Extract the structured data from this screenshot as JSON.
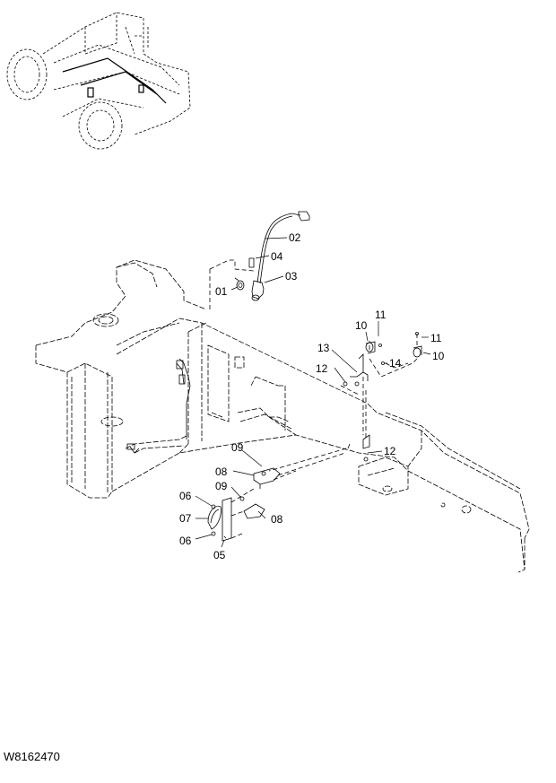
{
  "drawing_id": "W8162470",
  "callouts": [
    {
      "id": "c02",
      "label": "02"
    },
    {
      "id": "c04",
      "label": "04"
    },
    {
      "id": "c03",
      "label": "03"
    },
    {
      "id": "c01",
      "label": "01"
    },
    {
      "id": "c11a",
      "label": "11"
    },
    {
      "id": "c10a",
      "label": "10"
    },
    {
      "id": "c11b",
      "label": "11"
    },
    {
      "id": "c13",
      "label": "13"
    },
    {
      "id": "c14",
      "label": "14"
    },
    {
      "id": "c10b",
      "label": "10"
    },
    {
      "id": "c12a",
      "label": "12"
    },
    {
      "id": "c12b",
      "label": "12"
    },
    {
      "id": "c09a",
      "label": "09"
    },
    {
      "id": "c08a",
      "label": "08"
    },
    {
      "id": "c09b",
      "label": "09"
    },
    {
      "id": "c06a",
      "label": "06"
    },
    {
      "id": "c07",
      "label": "07"
    },
    {
      "id": "c08b",
      "label": "08"
    },
    {
      "id": "c06b",
      "label": "06"
    },
    {
      "id": "c05",
      "label": "05"
    }
  ]
}
